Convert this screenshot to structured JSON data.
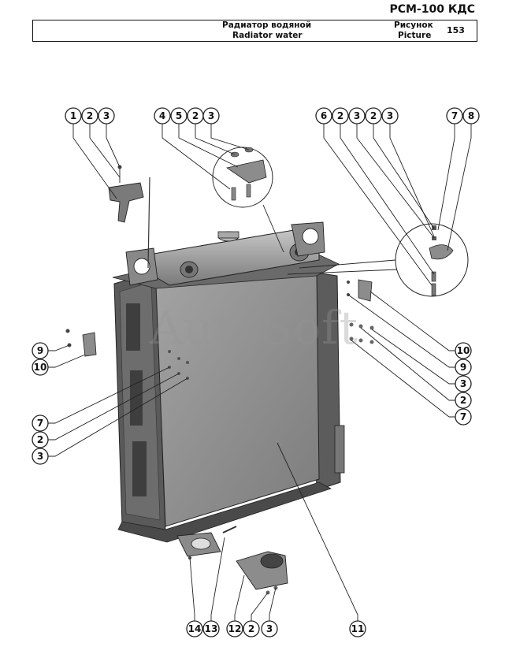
{
  "header": {
    "model": "РСМ-100 КДС",
    "title_ru": "Радиатор водяной",
    "title_en": "Radiator water",
    "picture_label_ru": "Рисунок",
    "picture_label_en": "Picture",
    "picture_number": "153"
  },
  "watermark": "AutoSoft",
  "callouts": {
    "c1": "1",
    "c2": "2",
    "c3": "3",
    "c4": "4",
    "c5": "5",
    "c6": "2",
    "c7": "3",
    "c8": "6",
    "c9": "2",
    "c10": "3",
    "c11": "2",
    "c12": "3",
    "c13": "7",
    "c14": "8",
    "c15": "10",
    "c16": "9",
    "c17": "3",
    "c18": "2",
    "c19": "7",
    "c20": "9",
    "c21": "10",
    "c22": "7",
    "c23": "2",
    "c24": "3",
    "c25": "11",
    "c26": "14",
    "c27": "13",
    "c28": "12",
    "c29": "2",
    "c30": "3"
  },
  "colors": {
    "radiator_face": "#8f8f8f",
    "radiator_frame": "#555555",
    "tank": "#9a9a9a",
    "outline": "#222222"
  }
}
